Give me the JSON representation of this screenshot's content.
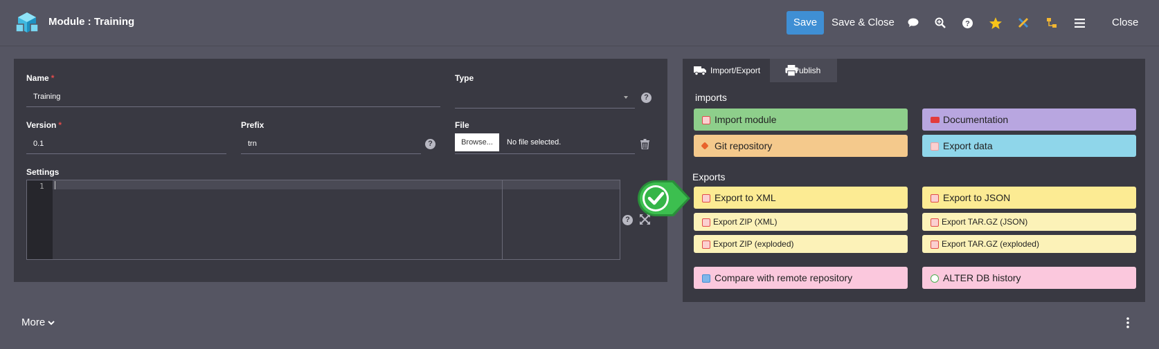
{
  "header": {
    "title": "Module : Training",
    "save_label": "Save",
    "save_close_label": "Save & Close",
    "close_label": "Close",
    "icons": [
      "logo-icon",
      "comment-icon",
      "zoom-icon",
      "help-icon",
      "star-icon",
      "tools-icon",
      "tree-icon",
      "menu-icon"
    ]
  },
  "form": {
    "name_label": "Name",
    "name_value": "Training",
    "type_label": "Type",
    "type_value": "",
    "version_label": "Version",
    "version_value": "0.1",
    "prefix_label": "Prefix",
    "prefix_value": "trn",
    "file_label": "File",
    "browse_label": "Browse...",
    "no_file_label": "No file selected.",
    "settings_label": "Settings",
    "editor_line_number": "1",
    "required_mark": "*"
  },
  "footer": {
    "more_label": "More"
  },
  "tabs": [
    {
      "label": "Import/Export",
      "active": true,
      "icon": "truck-icon"
    },
    {
      "label": "Publish",
      "active": false,
      "icon": "printer-icon"
    }
  ],
  "sections": {
    "imports_title": "imports",
    "exports_title": "Exports"
  },
  "imports": [
    {
      "label": "Import module",
      "color": "#8ecf8b",
      "icon": "import-icon",
      "icon_color": "#e04b4b"
    },
    {
      "label": "Documentation",
      "color": "#b8a6e0",
      "icon": "pdf-icon",
      "icon_color": "#e23c3c"
    },
    {
      "label": "Git repository",
      "color": "#f4c98c",
      "icon": "git-icon",
      "icon_color": "#e8622c"
    },
    {
      "label": "Export data",
      "color": "#8fd6ea",
      "icon": "export-icon",
      "icon_color": "#f0a0a0"
    }
  ],
  "exports": [
    {
      "label": "Export to XML",
      "color": "#fceb93",
      "size": "big"
    },
    {
      "label": "Export to JSON",
      "color": "#fceb93",
      "size": "big"
    },
    {
      "label": "Export ZIP (XML)",
      "color": "#fcf2b8",
      "size": "small"
    },
    {
      "label": "Export TAR.GZ (JSON)",
      "color": "#fcf2b8",
      "size": "small"
    },
    {
      "label": "Export ZIP (exploded)",
      "color": "#fcf2b8",
      "size": "small"
    },
    {
      "label": "Export TAR.GZ (exploded)",
      "color": "#fcf2b8",
      "size": "small"
    }
  ],
  "other": [
    {
      "label": "Compare with remote repository",
      "color": "#fbc8dd",
      "icon": "compare-icon"
    },
    {
      "label": "ALTER DB history",
      "color": "#fbc8dd",
      "icon": "history-icon"
    }
  ]
}
